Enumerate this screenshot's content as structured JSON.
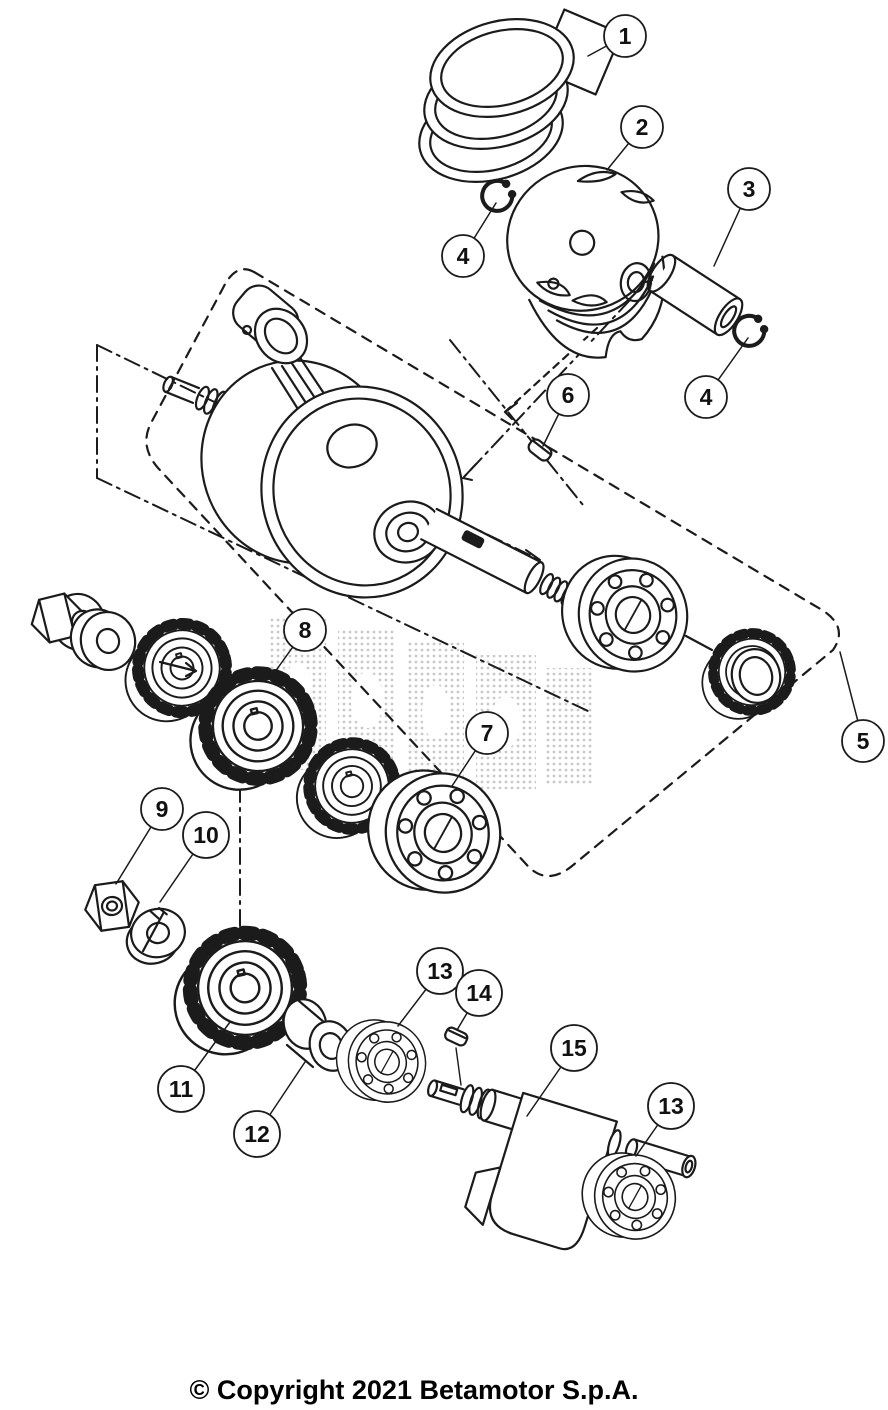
{
  "page": {
    "background": "#ffffff",
    "line_color": "#1b1b1b",
    "watermark_color": "#c0c0c0"
  },
  "callouts": [
    {
      "label": "1"
    },
    {
      "label": "2"
    },
    {
      "label": "3"
    },
    {
      "label": "4"
    },
    {
      "label": "4"
    },
    {
      "label": "6"
    },
    {
      "label": "5"
    },
    {
      "label": "8"
    },
    {
      "label": "7"
    },
    {
      "label": "9"
    },
    {
      "label": "10"
    },
    {
      "label": "11"
    },
    {
      "label": "12"
    },
    {
      "label": "13"
    },
    {
      "label": "14"
    },
    {
      "label": "15"
    },
    {
      "label": "13"
    }
  ],
  "footer": {
    "copyright": "© Copyright 2021 Betamotor S.p.A."
  }
}
